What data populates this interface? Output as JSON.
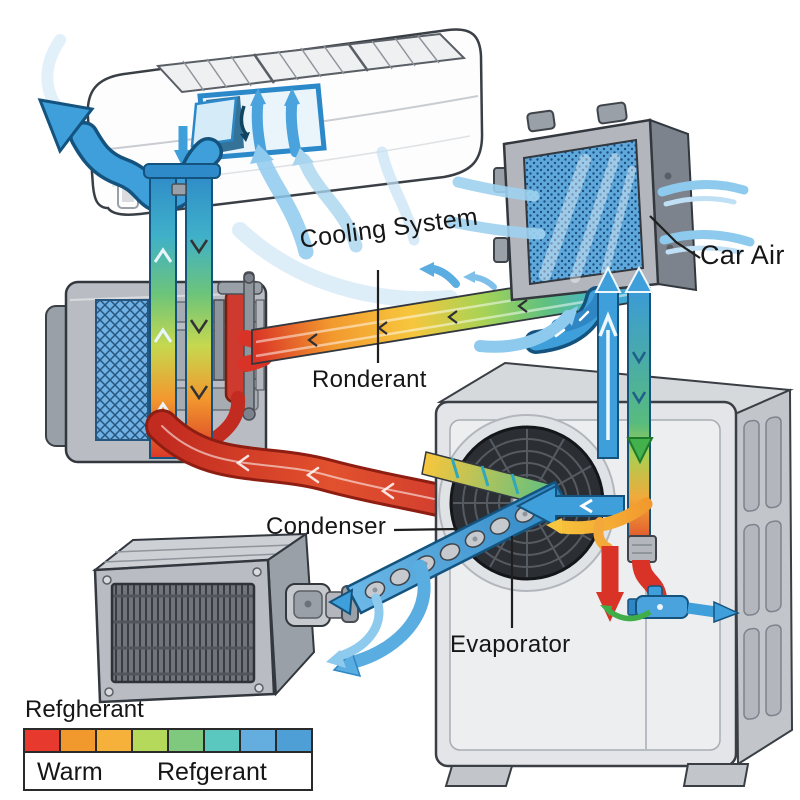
{
  "diagram": {
    "labels": {
      "cooling_system": "Cooling System",
      "car_air": "Car Air",
      "refrigerant_line": "Ronderant",
      "condenser": "Condenser",
      "evaporator": "Evaporator"
    }
  },
  "legend": {
    "title": "Refgherant",
    "scale_labels": {
      "warm": "Warm",
      "refrigerant": "Refgerant"
    },
    "colors": [
      "#e8392e",
      "#f2992e",
      "#f5b13a",
      "#b5d95a",
      "#7ec97e",
      "#5bc8c0",
      "#63aede",
      "#4d9fd6"
    ]
  },
  "palette": {
    "pipe_hot": "#d93226",
    "pipe_warm": "#f2992e",
    "pipe_mild": "#f7c63d",
    "pipe_cool": "#7cc96e",
    "pipe_cold": "#3a9ad8",
    "airflow_blue": "#4aa3dd",
    "unit_gray": "#b9bdc3",
    "outline_dark": "#33383f"
  }
}
